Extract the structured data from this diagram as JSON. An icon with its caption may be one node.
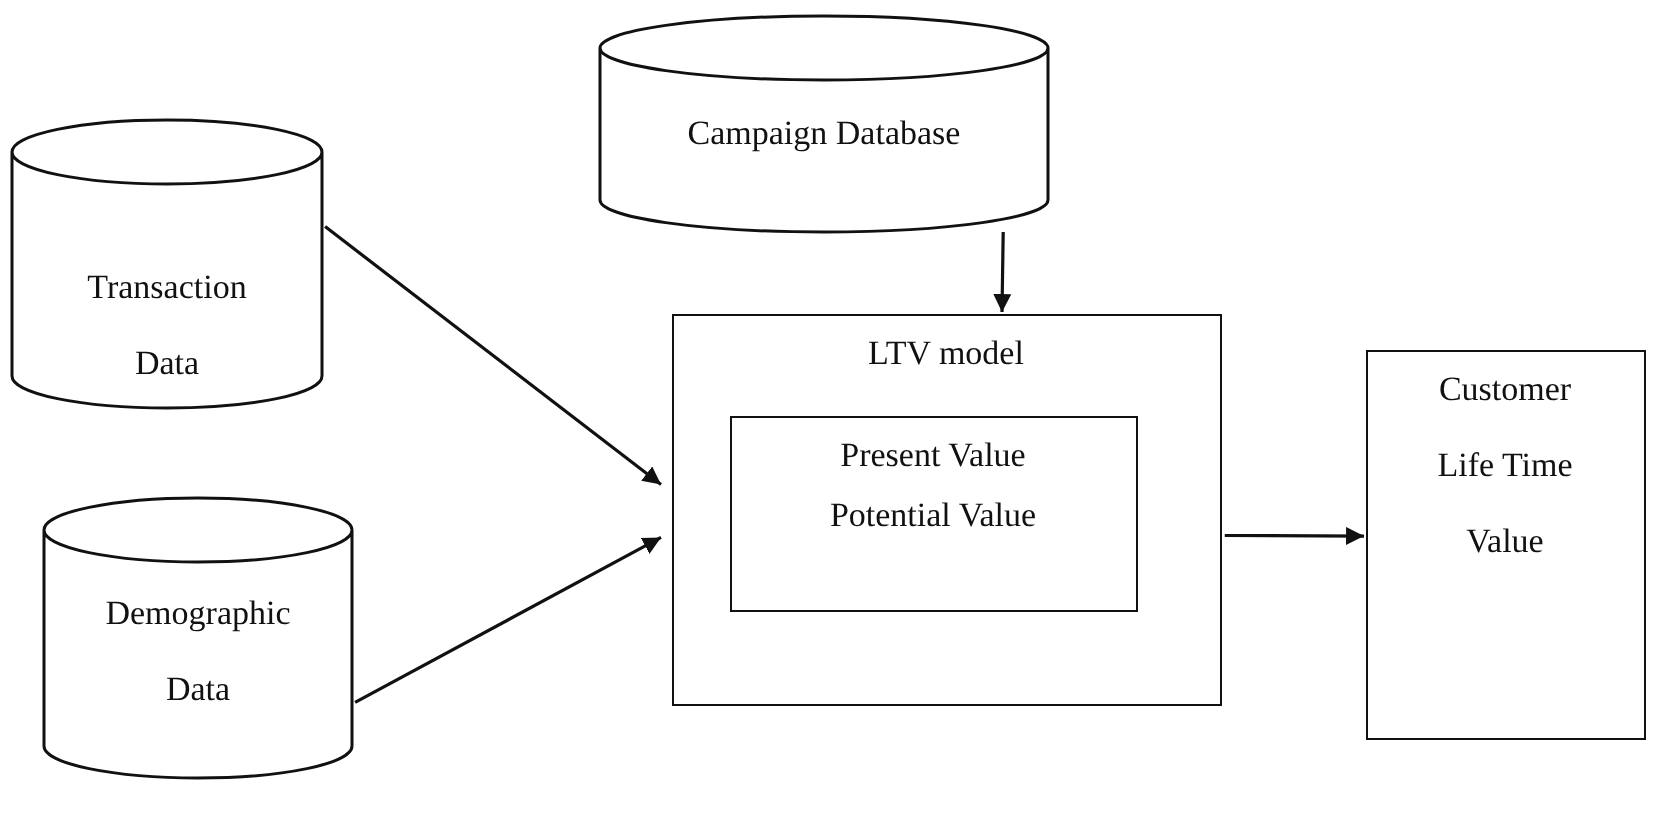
{
  "diagram": {
    "nodes": [
      {
        "text": [
          "Campaign Database"
        ]
      },
      {
        "text": [
          "Transaction Data"
        ]
      },
      {
        "text": [
          "Demographic Data"
        ]
      },
      {
        "text": [
          "LTV model"
        ]
      },
      {
        "text": [
          "Present Value",
          "Potential Value"
        ],
        "in": 3
      },
      {
        "text": [
          "Customer Life Time Value"
        ]
      }
    ],
    "edges": [
      {
        "from": 1,
        "to": 3,
        "arrow": "to"
      },
      {
        "from": 2,
        "to": 3,
        "arrow": "to"
      },
      {
        "from": 0,
        "to": 3,
        "arrow": "to"
      },
      {
        "from": 3,
        "to": 5,
        "arrow": "to"
      }
    ]
  }
}
